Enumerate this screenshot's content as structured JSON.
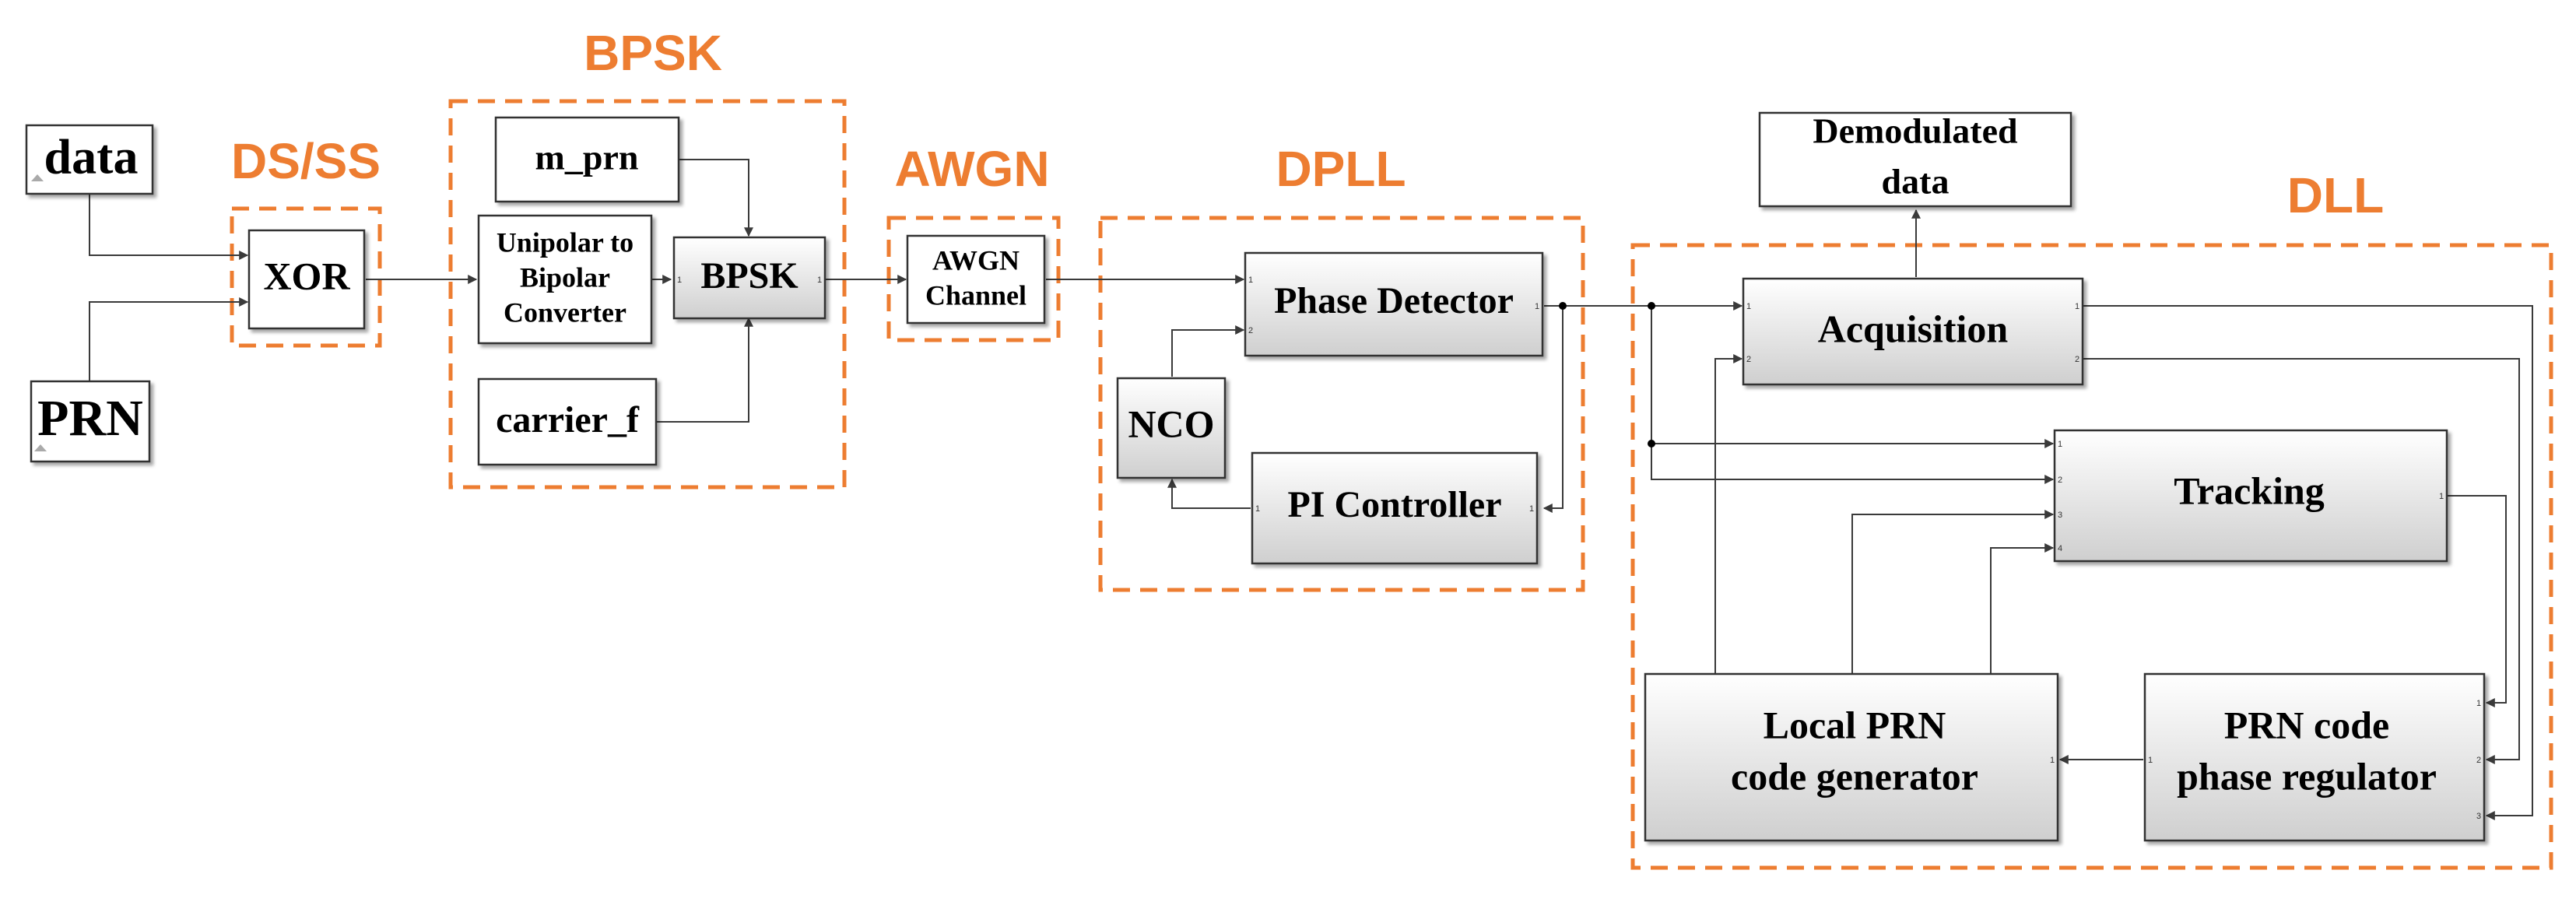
{
  "colors": {
    "group_outline": "#ED7D31",
    "block_border": "#333333",
    "wire": "#3a3a3a",
    "text": "#000000"
  },
  "groups": {
    "ds_ss": "DS/SS",
    "bpsk": "BPSK",
    "awgn": "AWGN",
    "dpll": "DPLL",
    "dll": "DLL"
  },
  "blocks": {
    "data": "data",
    "prn": "PRN",
    "xor": "XOR",
    "m_prn": "m_prn",
    "unipolar_line1": "Unipolar to",
    "unipolar_line2": "Bipolar",
    "unipolar_line3": "Converter",
    "bpsk": "BPSK",
    "carrier_f": "carrier_f",
    "awgn_line1": "AWGN",
    "awgn_line2": "Channel",
    "phase_detector": "Phase Detector",
    "nco": "NCO",
    "pi_controller": "PI Controller",
    "demod_line1": "Demodulated",
    "demod_line2": "data",
    "acquisition": "Acquisition",
    "tracking": "Tracking",
    "local_prn_line1": "Local PRN",
    "local_prn_line2": "code generator",
    "prn_reg_line1": "PRN code",
    "prn_reg_line2": "phase regulator"
  },
  "ports": {
    "one": "1",
    "two": "2",
    "three": "3",
    "four": "4"
  }
}
